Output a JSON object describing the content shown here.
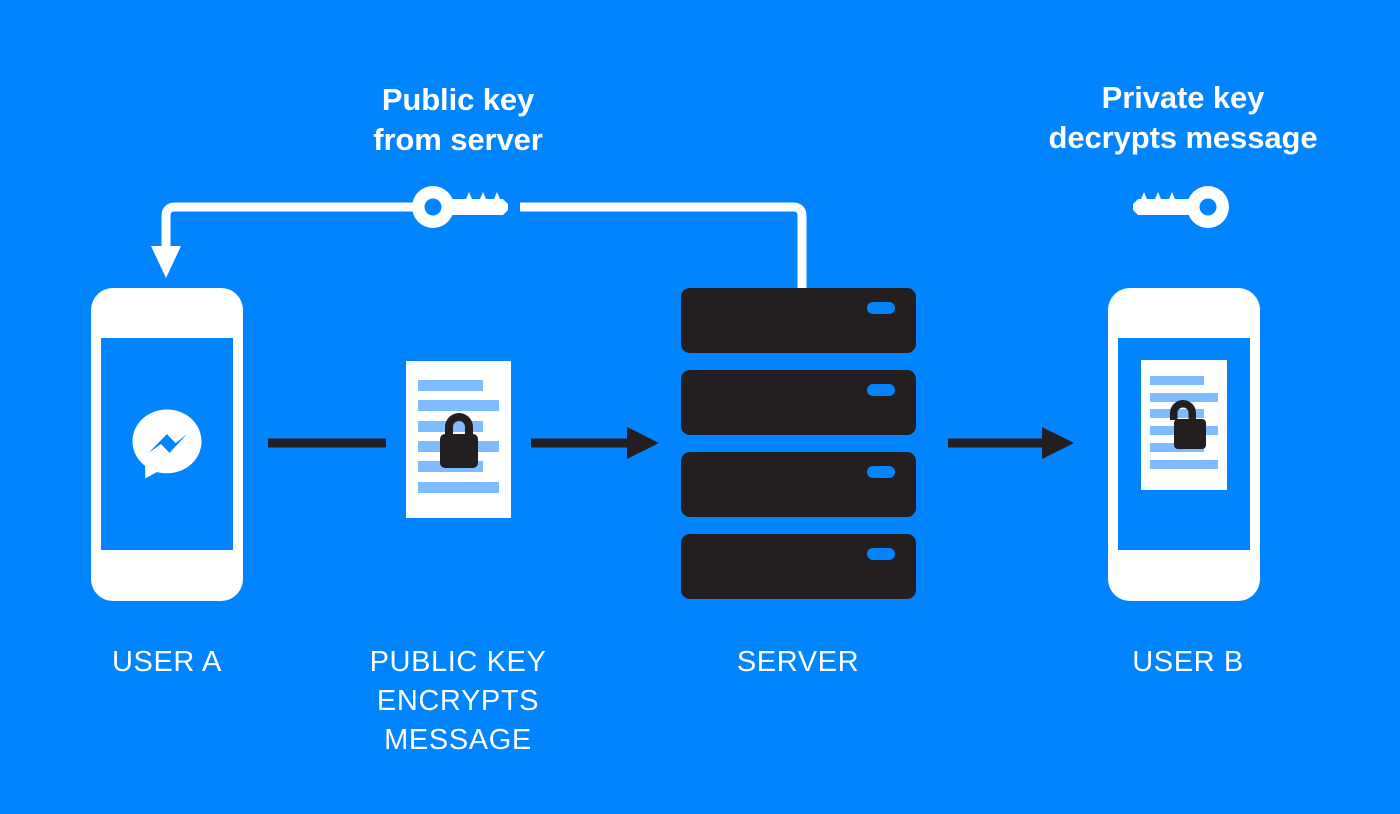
{
  "diagram": {
    "title": "End-to-end encryption message flow",
    "background_color": "#0084FF",
    "dark_color": "#231F20",
    "accent_line_color": "#7FBCFF",
    "white": "#FFFFFF"
  },
  "annotations": {
    "public_key_from_server": "Public key\nfrom server",
    "private_key_decrypts": "Private key\ndecrypts message"
  },
  "captions": {
    "user_a": "USER A",
    "public_key_encrypts": "PUBLIC KEY\nENCRYPTS\nMESSAGE",
    "server": "SERVER",
    "user_b": "USER B"
  },
  "nodes": {
    "phone_a": {
      "name": "User A phone",
      "screen_content": "messenger-logo"
    },
    "encrypted_document": {
      "name": "Encrypted message document",
      "lock_state": "locked",
      "text_line_count": 6
    },
    "server_stack": {
      "name": "Server rack",
      "unit_count": 4,
      "led_color": "#0084FF"
    },
    "phone_b": {
      "name": "User B phone",
      "screen_content": "decrypted-document",
      "lock_state": "unlocked",
      "text_line_count": 6
    }
  },
  "keys": {
    "public": {
      "label": "public-key",
      "direction": "points-right"
    },
    "private": {
      "label": "private-key",
      "direction": "points-left"
    }
  },
  "flow": [
    {
      "from": "phone_a",
      "to": "encrypted_document",
      "style": "plain-line"
    },
    {
      "from": "encrypted_document",
      "to": "server_stack",
      "style": "arrow"
    },
    {
      "from": "server_stack",
      "to": "phone_b",
      "style": "arrow"
    },
    {
      "from": "public_key",
      "to": "phone_a",
      "style": "white-elbow-arrow"
    },
    {
      "from": "public_key",
      "to": "server_stack",
      "style": "white-elbow-line"
    }
  ]
}
